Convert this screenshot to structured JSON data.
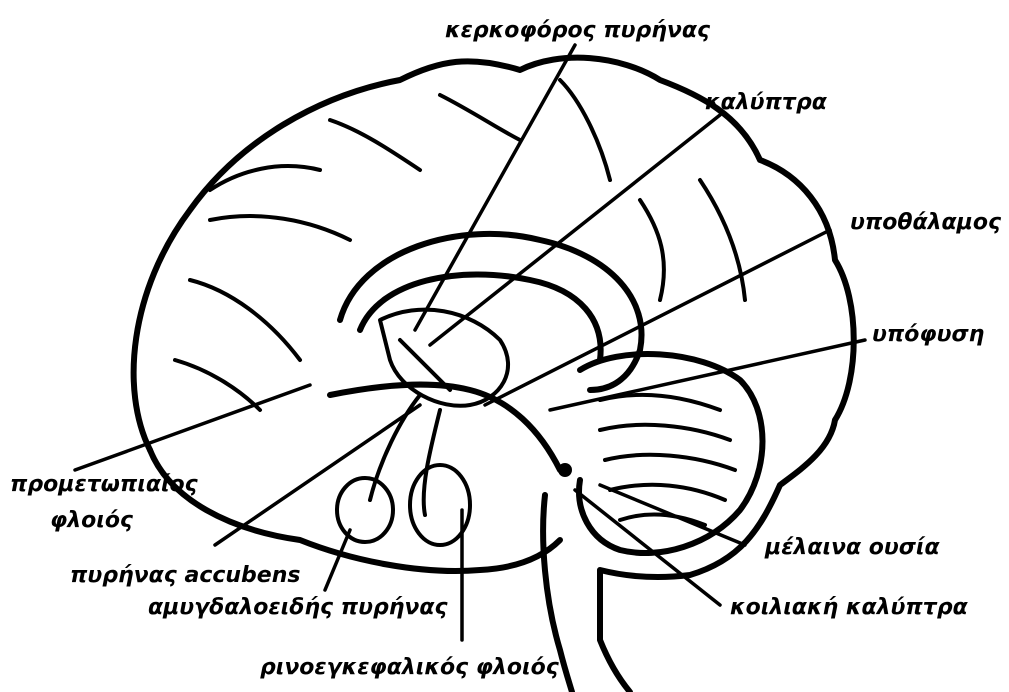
{
  "labels": {
    "caudate": "κερκοφόρος πυρήνας",
    "putamen": "καλύπτρα",
    "hypothalamus": "υποθάλαμος",
    "pituitary": "υπόφυση",
    "prefrontal_line1": "προμετωπιαίος",
    "prefrontal_line2": "φλοιός",
    "accumbens": "πυρήνας accubens",
    "amygdala": "αμυγδαλοειδής πυρήνας",
    "substantia_nigra": "μέλαινα ουσία",
    "vta": "κοιλιακή καλύπτρα",
    "entorhinal": "ρινοεγκεφαλικός φλοιός"
  }
}
